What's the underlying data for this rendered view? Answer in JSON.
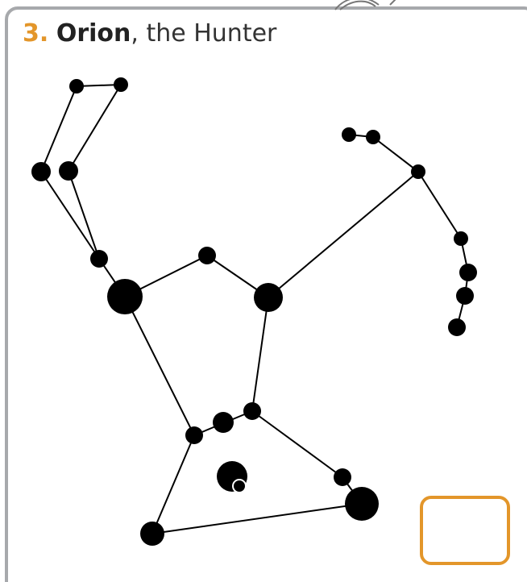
{
  "title": {
    "number": "3.",
    "name": "Orion",
    "rest": ", the Hunter"
  },
  "colors": {
    "accent": "#e3962a",
    "frame": "#a7a9ac",
    "star": "#000000",
    "text": "#333333"
  },
  "answer_box": {
    "value": ""
  }
}
